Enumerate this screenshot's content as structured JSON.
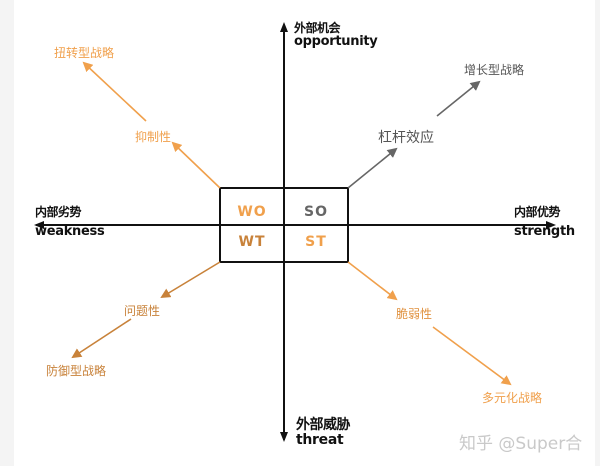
{
  "colors": {
    "axis": "#111111",
    "orange": "#f0a04c",
    "brown": "#c8823a",
    "gray": "#666666",
    "watermark": "#c9c9c9"
  },
  "axes": {
    "top": {
      "cn": "外部机会",
      "en": "opportunity"
    },
    "bottom": {
      "cn": "外部威胁",
      "en": "threat"
    },
    "left": {
      "cn": "内部劣势",
      "en": "weakness"
    },
    "right": {
      "cn": "内部优势",
      "en": "strength"
    }
  },
  "quadrants": {
    "wo": "WO",
    "so": "SO",
    "wt": "WT",
    "st": "ST"
  },
  "branches": {
    "wo": {
      "middle": "抑制性",
      "end": "扭转型战略"
    },
    "so": {
      "middle": "杠杆效应",
      "end": "增长型战略"
    },
    "wt": {
      "middle": "问题性",
      "end": "防御型战略"
    },
    "st": {
      "middle": "脆弱性",
      "end": "多元化战略"
    }
  },
  "watermark": "知乎 @Super合"
}
